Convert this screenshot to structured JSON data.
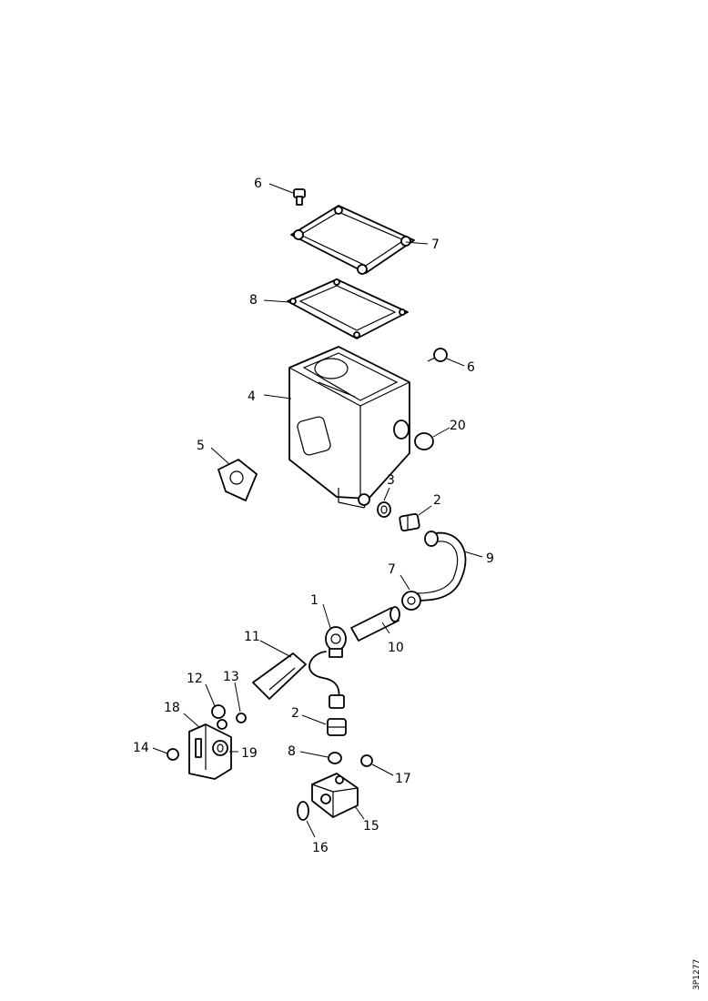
{
  "figure": {
    "figure_id": "3P1277",
    "callouts": [
      {
        "id": "c6a",
        "label": "6"
      },
      {
        "id": "c7a",
        "label": "7"
      },
      {
        "id": "c8a",
        "label": "8"
      },
      {
        "id": "c6b",
        "label": "6"
      },
      {
        "id": "c4",
        "label": "4"
      },
      {
        "id": "c5",
        "label": "5"
      },
      {
        "id": "c20",
        "label": "20"
      },
      {
        "id": "c3",
        "label": "3"
      },
      {
        "id": "c2a",
        "label": "2"
      },
      {
        "id": "c9",
        "label": "9"
      },
      {
        "id": "c7b",
        "label": "7"
      },
      {
        "id": "c1",
        "label": "1"
      },
      {
        "id": "c10",
        "label": "10"
      },
      {
        "id": "c11",
        "label": "11"
      },
      {
        "id": "c12",
        "label": "12"
      },
      {
        "id": "c13",
        "label": "13"
      },
      {
        "id": "c18",
        "label": "18"
      },
      {
        "id": "c14",
        "label": "14"
      },
      {
        "id": "c19",
        "label": "19"
      },
      {
        "id": "c2b",
        "label": "2"
      },
      {
        "id": "c8b",
        "label": "8"
      },
      {
        "id": "c17",
        "label": "17"
      },
      {
        "id": "c15",
        "label": "15"
      },
      {
        "id": "c16",
        "label": "16"
      }
    ]
  }
}
